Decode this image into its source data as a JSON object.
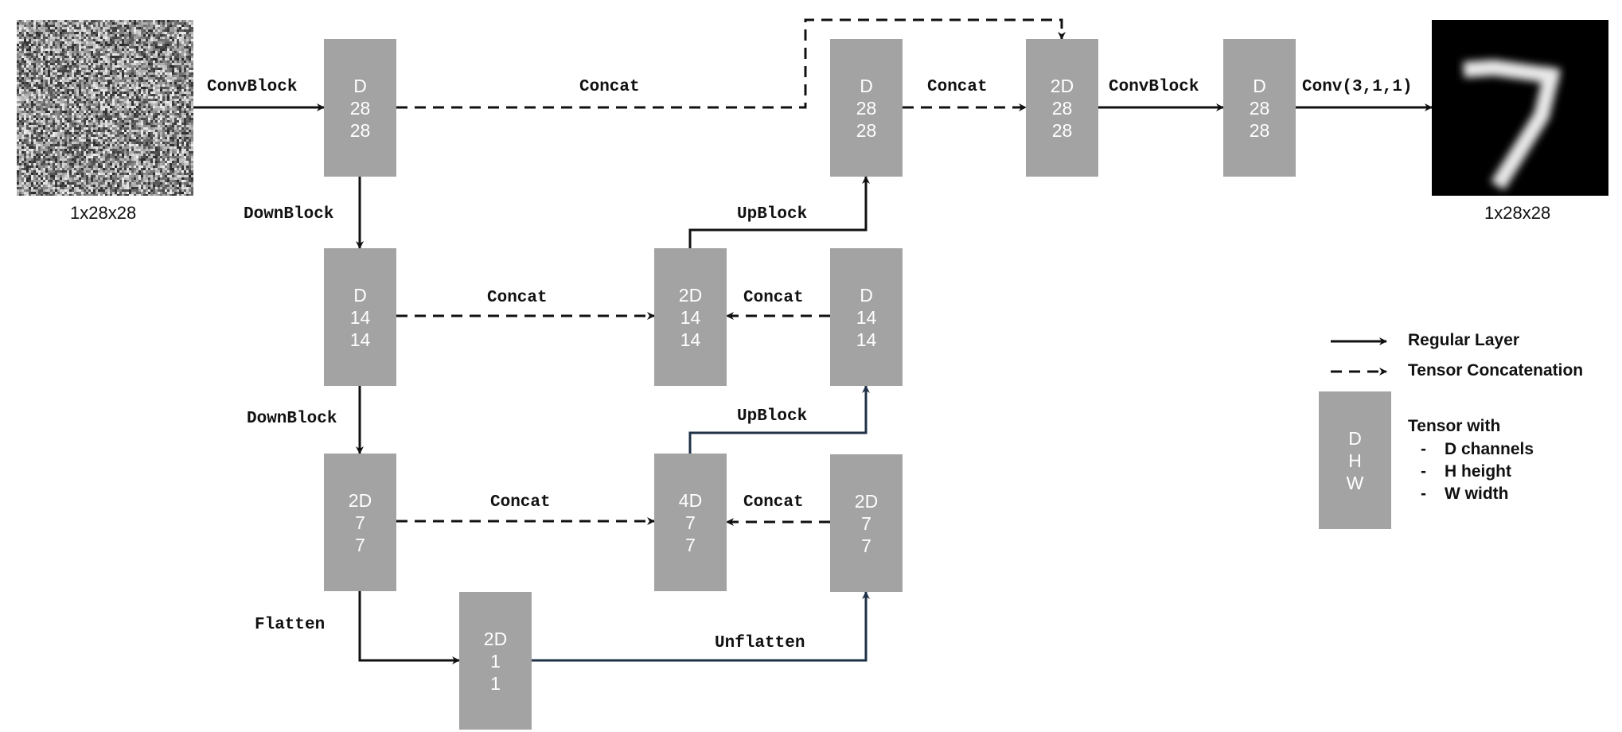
{
  "input": {
    "image": "noise-image",
    "caption": "1x28x28"
  },
  "output": {
    "image": "digit-seven-image",
    "caption": "1x28x28"
  },
  "boxes": [
    {
      "id": "enc1",
      "lines": [
        "D",
        "28",
        "28"
      ]
    },
    {
      "id": "enc2",
      "lines": [
        "D",
        "14",
        "14"
      ]
    },
    {
      "id": "enc3",
      "lines": [
        "2D",
        "7",
        "7"
      ]
    },
    {
      "id": "bottleneck",
      "lines": [
        "2D",
        "1",
        "1"
      ]
    },
    {
      "id": "dec3-concat",
      "lines": [
        "4D",
        "7",
        "7"
      ]
    },
    {
      "id": "dec3",
      "lines": [
        "2D",
        "7",
        "7"
      ]
    },
    {
      "id": "dec2-concat",
      "lines": [
        "2D",
        "14",
        "14"
      ]
    },
    {
      "id": "dec2",
      "lines": [
        "D",
        "14",
        "14"
      ]
    },
    {
      "id": "dec1",
      "lines": [
        "D",
        "28",
        "28"
      ]
    },
    {
      "id": "dec1-concat",
      "lines": [
        "2D",
        "28",
        "28"
      ]
    },
    {
      "id": "final",
      "lines": [
        "D",
        "28",
        "28"
      ]
    }
  ],
  "edge_labels": {
    "convblock_in": "ConvBlock",
    "concat_top": "Concat",
    "concat_dec1": "Concat",
    "convblock_out": "ConvBlock",
    "conv_out": "Conv(3,1,1)",
    "downblock_1": "DownBlock",
    "downblock_2": "DownBlock",
    "upblock_1": "UpBlock",
    "upblock_2": "UpBlock",
    "concat_14_left": "Concat",
    "concat_14_right": "Concat",
    "concat_7_left": "Concat",
    "concat_7_right": "Concat",
    "flatten": "Flatten",
    "unflatten": "Unflatten"
  },
  "legend": {
    "regular": "Regular Layer",
    "concat": "Tensor Concatenation",
    "box_lines": [
      "D",
      "H",
      "W"
    ],
    "tensor_title": "Tensor with",
    "items": [
      "D channels",
      "H height",
      "W width"
    ],
    "bullet": "-"
  },
  "colors": {
    "box": "#a3a3a3",
    "arrow": "#111111",
    "arrow_navy": "#1f3147"
  }
}
